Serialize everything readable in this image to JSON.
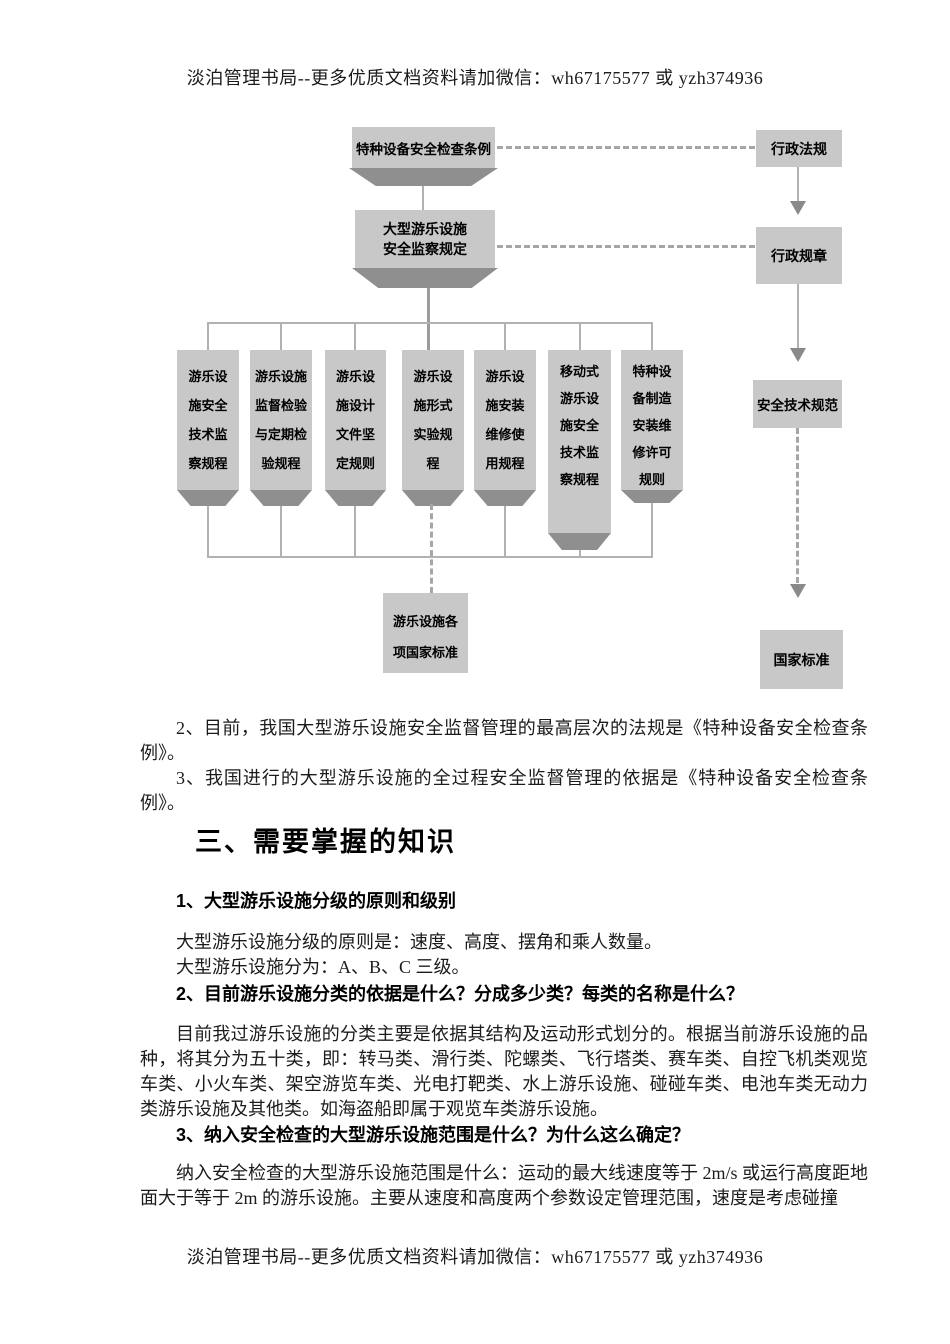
{
  "page": {
    "header": "淡泊管理书局--更多优质文档资料请加微信：wh67175577 或 yzh374936",
    "footer": "淡泊管理书局--更多优质文档资料请加微信：wh67175577 或 yzh374936"
  },
  "diagram": {
    "nodes": {
      "regulation_top": "特种设备安全检查条例",
      "admin_law": "行政法规",
      "supervision_rule": "大型游乐设施\n安全监察规定",
      "admin_regulation": "行政规章",
      "tech_spec": "安全技术规范",
      "ride_standards": "游乐设施各\n项国家标准",
      "national_standard": "国家标准",
      "row": [
        "游乐设\n施安全\n技术监\n察规程",
        "游乐设施\n监督检验\n与定期检\n验规程",
        "游乐设\n施设计\n文件坚\n定规则",
        "游乐设\n施形式\n实验规\n程",
        "游乐设\n施安装\n维修使\n用规程",
        "移动式\n游乐设\n施安全\n技术监\n察规程",
        "特种设\n备制造\n安装维\n修许可\n规则"
      ]
    },
    "colors": {
      "box_fill": "#c8c8c8",
      "pedestal": "#8f8f8f",
      "line": "#b2b2b2",
      "arrow": "#8a8a8a"
    }
  },
  "content": {
    "para2": "2、目前，我国大型游乐设施安全监督管理的最高层次的法规是《特种设备安全检查条例》。",
    "para3": "3、我国进行的大型游乐设施的全过程安全监督管理的依据是《特种设备安全检查条例》。",
    "heading": "三、需要掌握的知识",
    "sub1": "1、大型游乐设施分级的原则和级别",
    "line1": "大型游乐设施分级的原则是：速度、高度、摆角和乘人数量。",
    "line2": "大型游乐设施分为：A、B、C 三级。",
    "sub2": "2、目前游乐设施分类的依据是什么？分成多少类？每类的名称是什么？",
    "para4": "目前我过游乐设施的分类主要是依据其结构及运动形式划分的。根据当前游乐设施的品种，将其分为五十类，即：转马类、滑行类、陀螺类、飞行塔类、赛车类、自控飞机类观览车类、小火车类、架空游览车类、光电打靶类、水上游乐设施、碰碰车类、电池车类无动力类游乐设施及其他类。如海盗船即属于观览车类游乐设施。",
    "sub3": "3、纳入安全检查的大型游乐设施范围是什么？为什么这么确定？",
    "para5": "纳入安全检查的大型游乐设施范围是什么：运动的最大线速度等于 2m/s 或运行高度距地面大于等于 2m 的游乐设施。主要从速度和高度两个参数设定管理范围，速度是考虑碰撞"
  }
}
